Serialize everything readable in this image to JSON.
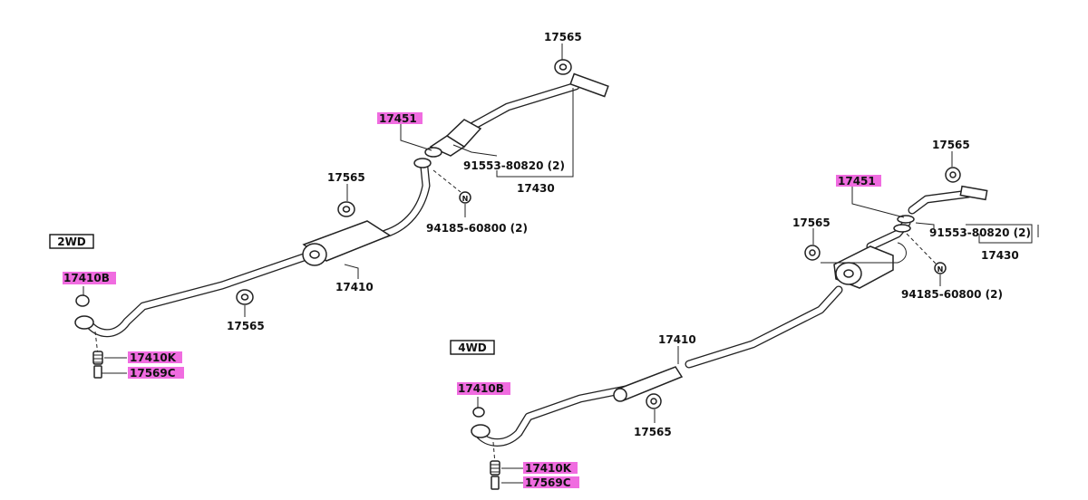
{
  "diagram_2wd": {
    "variant": "2WD",
    "top_hanger": "17565",
    "gasket": "17451",
    "bolt": "91553-80820 (2)",
    "front_pipe": "17430",
    "nut": "94185-60800 (2)",
    "middle_hanger": "17565",
    "center_pipe": "17410",
    "rear_hanger": "17565",
    "tail_ring": "17410B",
    "tail_spring": "17410K",
    "tail_bolt": "17569C"
  },
  "diagram_4wd": {
    "variant": "4WD",
    "top_hanger": "17565",
    "gasket": "17451",
    "bolt": "91553-80820 (2)",
    "front_pipe": "17430",
    "nut": "94185-60800 (2)",
    "muffler_hanger": "17565",
    "center_pipe": "17410",
    "rear_hanger": "17565",
    "tail_ring": "17410B",
    "tail_spring": "17410K",
    "tail_bolt": "17569C"
  },
  "colors": {
    "highlight": "#f06ce0",
    "line": "#222222"
  }
}
